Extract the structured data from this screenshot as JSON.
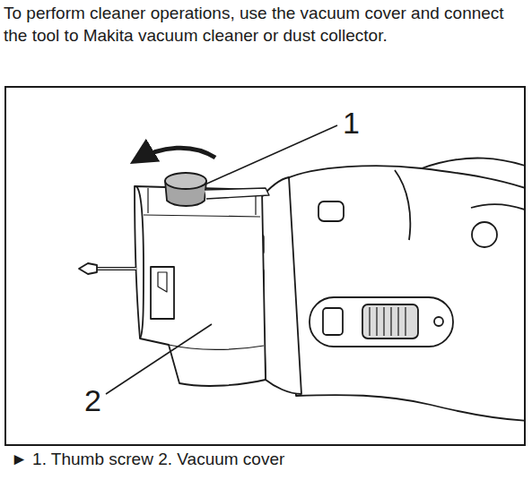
{
  "diagram": {
    "title": "To perform cleaner operations, use the vacuum cover and connect the tool to Makita vacuum cleaner or dust collector.",
    "caption": "► 1. Thumb screw 2. Vacuum cover",
    "labels": [
      "1",
      "2"
    ]
  }
}
